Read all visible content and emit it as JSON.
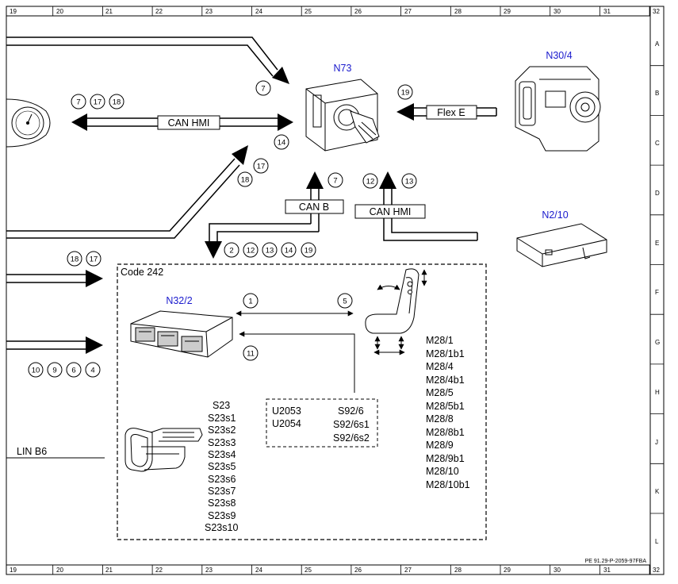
{
  "grid": {
    "columns": [
      "19",
      "20",
      "21",
      "22",
      "23",
      "24",
      "25",
      "26",
      "27",
      "28",
      "29",
      "30",
      "31",
      "32"
    ],
    "rows": [
      "A",
      "B",
      "C",
      "D",
      "E",
      "F",
      "G",
      "H",
      "J",
      "K",
      "L"
    ]
  },
  "components": {
    "n73": "N73",
    "n30_4": "N30/4",
    "n2_10": "N2/10",
    "n32_2": "N32/2"
  },
  "buses": {
    "can_hmi_left": "CAN HMI",
    "flex_e": "Flex E",
    "can_b": "CAN B",
    "can_hmi_right": "CAN HMI",
    "lin_b6": "LIN B6"
  },
  "code_label": "Code 242",
  "circles": {
    "c7_top": "7",
    "c19_flex": "19",
    "c7_left": "7",
    "c17_left": "17",
    "c18_left": "18",
    "c14_mid": "14",
    "c17_diag": "17",
    "c18_diag": "18",
    "c7_canb": "7",
    "c12_canhmi": "12",
    "c13_canhmi": "13",
    "c2_down": "2",
    "c12_down": "12",
    "c13_down": "13",
    "c14_down": "14",
    "c19_down": "19",
    "c18_in": "18",
    "c17_in": "17",
    "c1": "1",
    "c5": "5",
    "c11": "11",
    "c10": "10",
    "c9": "9",
    "c6": "6",
    "c4": "4"
  },
  "s23_list": [
    "S23",
    "S23s1",
    "S23s2",
    "S23s3",
    "S23s4",
    "S23s5",
    "S23s6",
    "S23s7",
    "S23s8",
    "S23s9",
    "S23s10"
  ],
  "u_list": [
    "U2053",
    "U2054"
  ],
  "s92_list": [
    "S92/6",
    "S92/6s1",
    "S92/6s2"
  ],
  "m28_list": [
    "M28/1",
    "M28/1b1",
    "M28/4",
    "M28/4b1",
    "M28/5",
    "M28/5b1",
    "M28/8",
    "M28/8b1",
    "M28/9",
    "M28/9b1",
    "M28/10",
    "M28/10b1"
  ],
  "footer_ref": "PE 91.29-P-2059-97FBA"
}
